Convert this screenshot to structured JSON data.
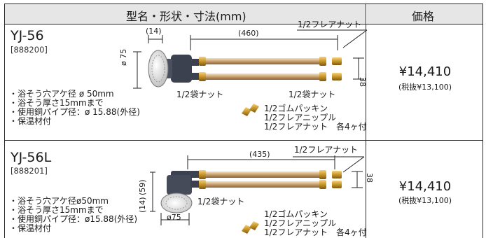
{
  "header": {
    "title_left": "型名・形状・寸法(mm)",
    "title_right": "価格"
  },
  "products": [
    {
      "model": "YJ-56",
      "code": "[888200]",
      "specs": [
        "・浴そう穴アケ径 ø 50mm",
        "・浴そう厚さ15mmまで",
        "・使用銅パイプ径：ø 15.88(外径)",
        "・保温材付"
      ],
      "dims": {
        "d1": "(14)",
        "d2": "(460)",
        "d3": "ø 75",
        "d4": "38"
      },
      "labels": {
        "flare_nut": "1/2フレアナット",
        "bag_nut_left": "1/2袋ナット",
        "bag_nut_right": "1/2袋ナット",
        "parts": [
          "1/2ゴムパッキン",
          "1/2フレアニップル",
          "1/2フレアナット　各4ヶ付"
        ]
      },
      "price": "¥14,410",
      "price_tax": "(税抜¥13,100)"
    },
    {
      "model": "YJ-56L",
      "code": "[888201]",
      "specs": [
        "・浴そう穴アケ径ø50mm",
        "・浴そう厚さ15mmまで",
        "・使用銅パイプ径：ø15.88(外径)",
        "・保温材付"
      ],
      "dims": {
        "d1": "(435)",
        "d2": "38",
        "d3": "(59)",
        "d4": "(14)",
        "d5": "ø75"
      },
      "labels": {
        "flare_nut": "1/2フレアナット",
        "bag_nut": "1/2袋ナット",
        "parts": [
          "1/2ゴムパッキン",
          "1/2フレアニップル",
          "1/2フレアナット　各4ヶ付"
        ]
      },
      "price": "¥14,410",
      "price_tax": "(税抜¥13,100)"
    }
  ]
}
